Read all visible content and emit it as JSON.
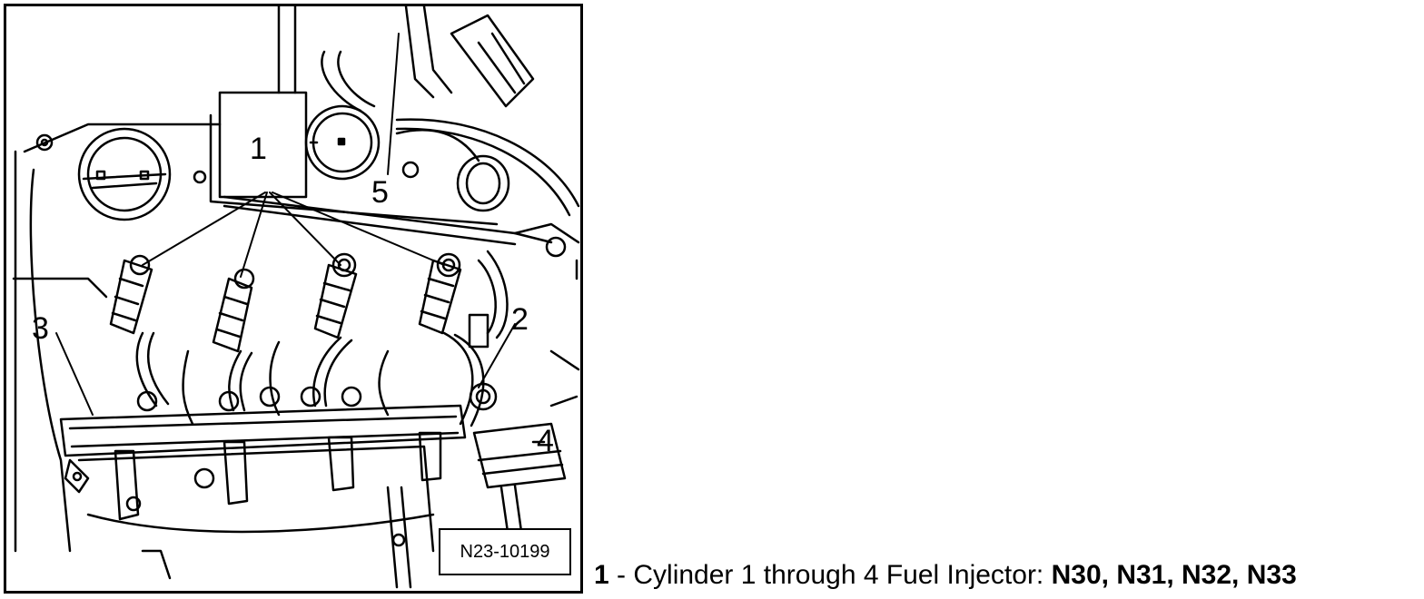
{
  "figure": {
    "reference_code": "N23-10199",
    "callouts": {
      "c1": "1",
      "c2": "2",
      "c3": "3",
      "c4": "4",
      "c5": "5"
    }
  },
  "caption": {
    "number": "1",
    "separator": " - ",
    "text": "Cylinder 1 through 4 Fuel Injector: ",
    "codes": "N30, N31, N32, N33"
  }
}
